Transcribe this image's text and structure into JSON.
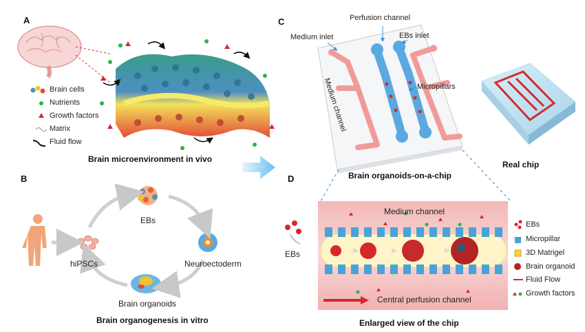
{
  "panels": {
    "a": "A",
    "b": "B",
    "c": "C",
    "d": "D"
  },
  "panel_a": {
    "legend": [
      {
        "label": "Brain cells",
        "icon": "cell-cluster-icon"
      },
      {
        "label": "Nutrients",
        "icon": "green-dot-icon"
      },
      {
        "label": "Growth factors",
        "icon": "red-triangle-icon"
      },
      {
        "label": "Matrix",
        "icon": "squiggle-icon"
      },
      {
        "label": "Fluid flow",
        "icon": "curved-arrow-icon"
      }
    ],
    "caption": "Brain microenvironment in vivo"
  },
  "panel_b": {
    "nodes": {
      "ebs": "EBs",
      "neuroectoderm": "Neuroectoderm",
      "organoids": "Brain organoids",
      "hipscs": "hiPSCs"
    },
    "caption": "Brain organogenesis in vitro"
  },
  "panel_c": {
    "labels": {
      "perfusion": "Perfusion channel",
      "medium_inlet": "Medium inlet",
      "ebs_inlet": "EBs inlet",
      "medium_channel": "Medium channel",
      "micropillars": "Micropillars"
    },
    "caption": "Brain organoids-on-a-chip",
    "real_chip": "Real chip"
  },
  "panel_d": {
    "labels": {
      "medium_channel": "Medium channel",
      "central_channel": "Central perfusion channel",
      "ebs": "EBs"
    },
    "legend": [
      {
        "label": "EBs",
        "icon": "red-cluster-icon"
      },
      {
        "label": "Micropillar",
        "icon": "blue-cube-icon"
      },
      {
        "label": "3D Matrigel",
        "icon": "yellow-square-icon"
      },
      {
        "label": "Brain organoid",
        "icon": "organoid-icon"
      },
      {
        "label": "Fluid Flow",
        "icon": "red-line-icon"
      },
      {
        "label": "Growth factors",
        "icon": "mixed-dots-icon"
      }
    ],
    "caption": "Enlarged  view of the chip"
  },
  "colors": {
    "chip_pink": "#f4a0a0",
    "chip_blue": "#5aa9e0",
    "enlarged_bg": "#f7c9c9",
    "pillar_blue": "#4aa3d8",
    "matrigel": "#fff5c8",
    "ebs_red": "#d6282b",
    "nutrient_green": "#2db34a",
    "big_arrow": "#7fc6ef"
  }
}
